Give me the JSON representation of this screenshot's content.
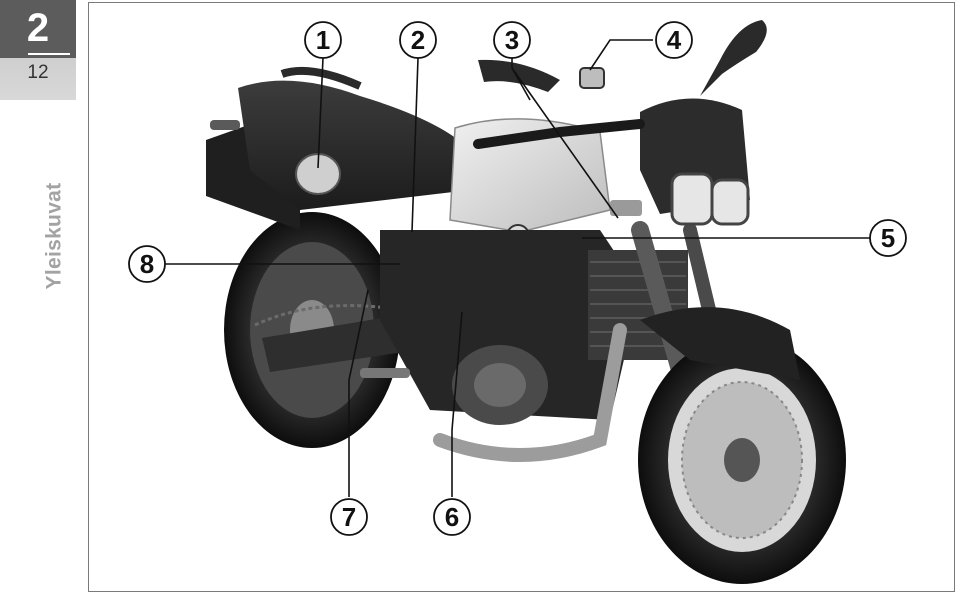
{
  "page": {
    "chapter": "2",
    "page_number": "12",
    "section_title": "Yleiskuvat"
  },
  "figure": {
    "callouts": [
      "1",
      "2",
      "3",
      "4",
      "5",
      "6",
      "7",
      "8"
    ]
  },
  "colors": {
    "tab_dark": "#5c5c5c",
    "tab_light": "#d4d4d4",
    "side_label": "#a3a3a3",
    "frame": "#7a7a7a"
  }
}
